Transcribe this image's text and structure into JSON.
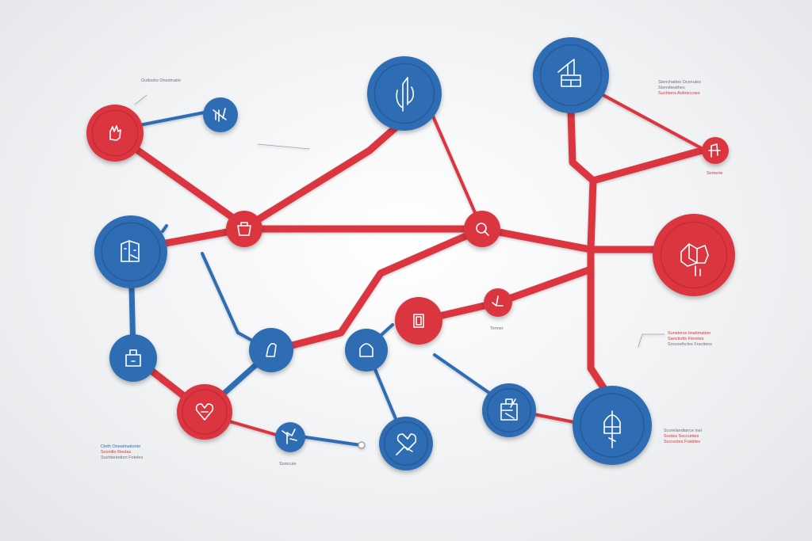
{
  "colors": {
    "red": "#db3540",
    "red_dark": "#b8242e",
    "blue": "#2f6db3",
    "blue_dark": "#1f4f8a",
    "background": "#eef0f2"
  },
  "labels": {
    "top_left": [
      "Outlooks Onestnatio"
    ],
    "top_right": [
      "Stenchattes Ocenutes",
      "Stensbeathes",
      "Suchtens Aotmiccoes"
    ],
    "right_small": [
      "Somerie"
    ],
    "mid_small": [
      "Tenner"
    ],
    "right_middle": [
      "Sunsterss tinatimation",
      "Sanctiotts Fieretes",
      "Srocoethcles Fractiens"
    ],
    "bottom_left": [
      "Cleth Oneatinationte",
      "Sconitlo Reolas",
      "Suchtentetion Fotoles"
    ],
    "bottom_center": [
      "Somcule"
    ],
    "bottom_right": [
      "Scorelandiance inel",
      "Sootes Seccuntes",
      "Sccrootes Fratirtes"
    ]
  },
  "nodes": [
    {
      "id": "n1",
      "color": "red",
      "icon": "hand-icon"
    },
    {
      "id": "n2",
      "color": "blue",
      "icon": "signal-icon"
    },
    {
      "id": "n3",
      "color": "blue",
      "icon": "arrow-up-icon"
    },
    {
      "id": "n4",
      "color": "blue",
      "icon": "building-icon"
    },
    {
      "id": "n5",
      "color": "red",
      "icon": "tower-icon"
    },
    {
      "id": "n6",
      "color": "blue",
      "icon": "document-icon"
    },
    {
      "id": "n7",
      "color": "red",
      "icon": "box-icon"
    },
    {
      "id": "n8",
      "color": "red",
      "icon": "search-icon"
    },
    {
      "id": "n9",
      "color": "red",
      "icon": "people-icon"
    },
    {
      "id": "n10",
      "color": "blue",
      "icon": "bag-icon"
    },
    {
      "id": "n11",
      "color": "blue",
      "icon": "bell-icon"
    },
    {
      "id": "n12",
      "color": "blue",
      "icon": "lock-icon"
    },
    {
      "id": "n13",
      "color": "red",
      "icon": "tablet-icon"
    },
    {
      "id": "n14",
      "color": "red",
      "icon": "check-icon"
    },
    {
      "id": "n15",
      "color": "red",
      "icon": "heart-icon"
    },
    {
      "id": "n16",
      "color": "blue",
      "icon": "antenna-icon"
    },
    {
      "id": "n17",
      "color": "blue",
      "icon": "heart-hand-icon"
    },
    {
      "id": "n18",
      "color": "blue",
      "icon": "clipboard-icon"
    },
    {
      "id": "n19",
      "color": "blue",
      "icon": "lightbulb-icon"
    }
  ]
}
